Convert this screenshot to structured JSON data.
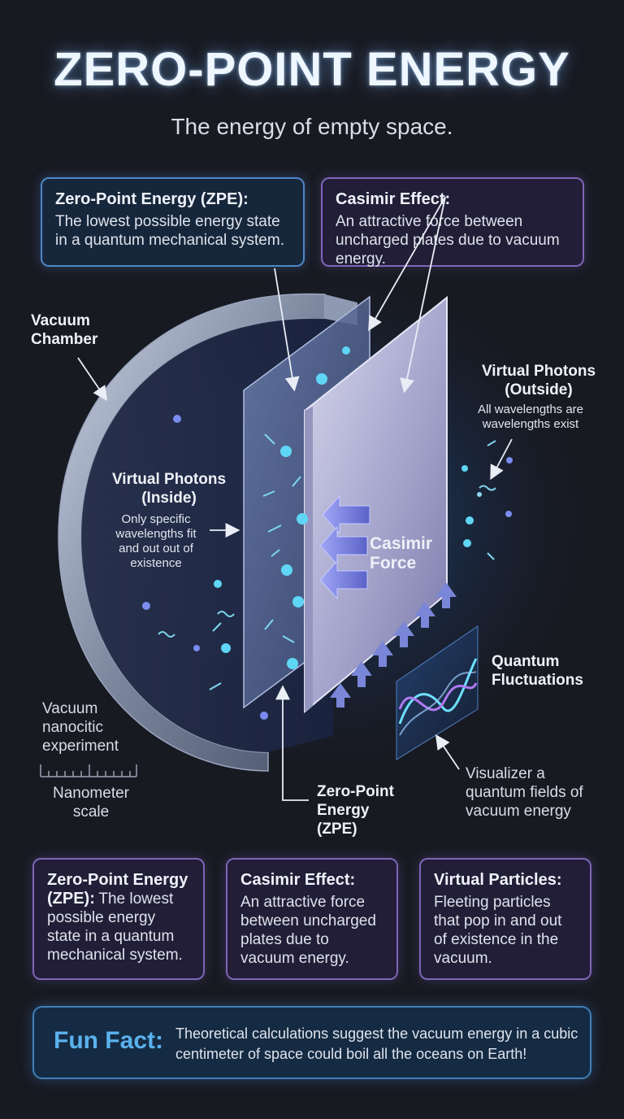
{
  "title": "ZERO-POINT ENERGY",
  "subtitle": "The energy of empty space.",
  "top_cards": {
    "zpe": {
      "head": "Zero-Point Energy (ZPE):",
      "body": "The lowest possible energy state in a quantum mechanical system."
    },
    "casimir": {
      "head": "Casimir Effect:",
      "body": "An attractive force between uncharged plates due to vacuum energy."
    }
  },
  "labels": {
    "vacuum_chamber": "Vacuum Chamber",
    "inside_head": "Virtual Photons (Inside)",
    "inside_sub": "Only specific wavelengths fit and out out of existence",
    "outside_head": "Virtual Photons (Outside)",
    "outside_sub": "All wavelengths are wavelengths exist",
    "casimir_force": "Casimir Force",
    "quantum_fluct": "Quantum Fluctuations",
    "experiment": "Vacuum nanocitic experiment",
    "scale": "Nanometer scale",
    "zpe_bottom": "Zero-Point Energy (ZPE)",
    "visualizer": "Visualizer a quantum fields of vacuum energy"
  },
  "bottom_cards": [
    {
      "head": "Zero-Point Energy (ZPE):",
      "body": "The lowest possible energy state in a quantum mechanical system."
    },
    {
      "head": "Casimir Effect:",
      "body": "An attractive force between uncharged plates due to vacuum energy."
    },
    {
      "head": "Virtual Particles:",
      "body": "Fleeting particles that pop in and out of existence in the vacuum."
    }
  ],
  "fun_fact": {
    "head": "Fun Fact:",
    "body": "Theoretical calculations suggest the vacuum energy in a cubic centimeter of space could boil all the oceans on Earth!"
  },
  "colors": {
    "accent_blue": "#4f86c6",
    "accent_purple": "#7e65b8",
    "fun_fact_head": "#5ab2ee",
    "background": "#181a22"
  }
}
